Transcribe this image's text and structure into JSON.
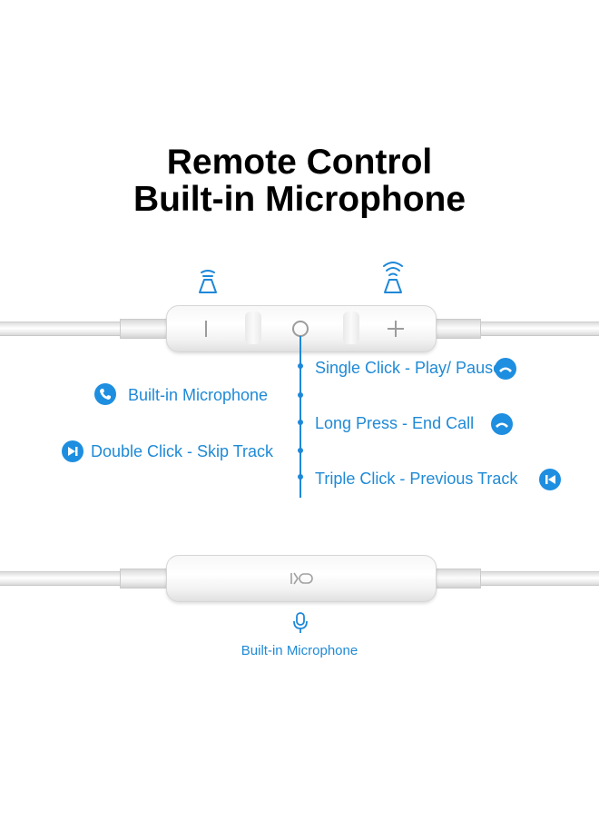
{
  "title": {
    "line1": "Remote Control",
    "line2": "Built-in Microphone"
  },
  "remote_top": {
    "left_icon": "volume-down-speaker-icon",
    "right_icon": "volume-up-speaker-icon",
    "buttons": [
      "minus-button",
      "center-button",
      "plus-button"
    ]
  },
  "functions": {
    "right": [
      {
        "text": "Single Click - Play/ Pause",
        "icon": "phone-hangup-icon"
      },
      {
        "text": "Long Press - End Call",
        "icon": "phone-hangup-icon"
      },
      {
        "text": "Triple Click - Previous Track",
        "icon": "skip-back-icon"
      }
    ],
    "left": [
      {
        "text": "Built-in Microphone",
        "icon": "phone-icon"
      },
      {
        "text": "Double Click - Skip Track",
        "icon": "skip-forward-icon"
      }
    ]
  },
  "mic_remote": {
    "icon": "microphone-icon",
    "label": "Built-in Microphone"
  },
  "colors": {
    "accent": "#1e88d8",
    "title": "#000000",
    "cable": "#f2f2f2"
  }
}
